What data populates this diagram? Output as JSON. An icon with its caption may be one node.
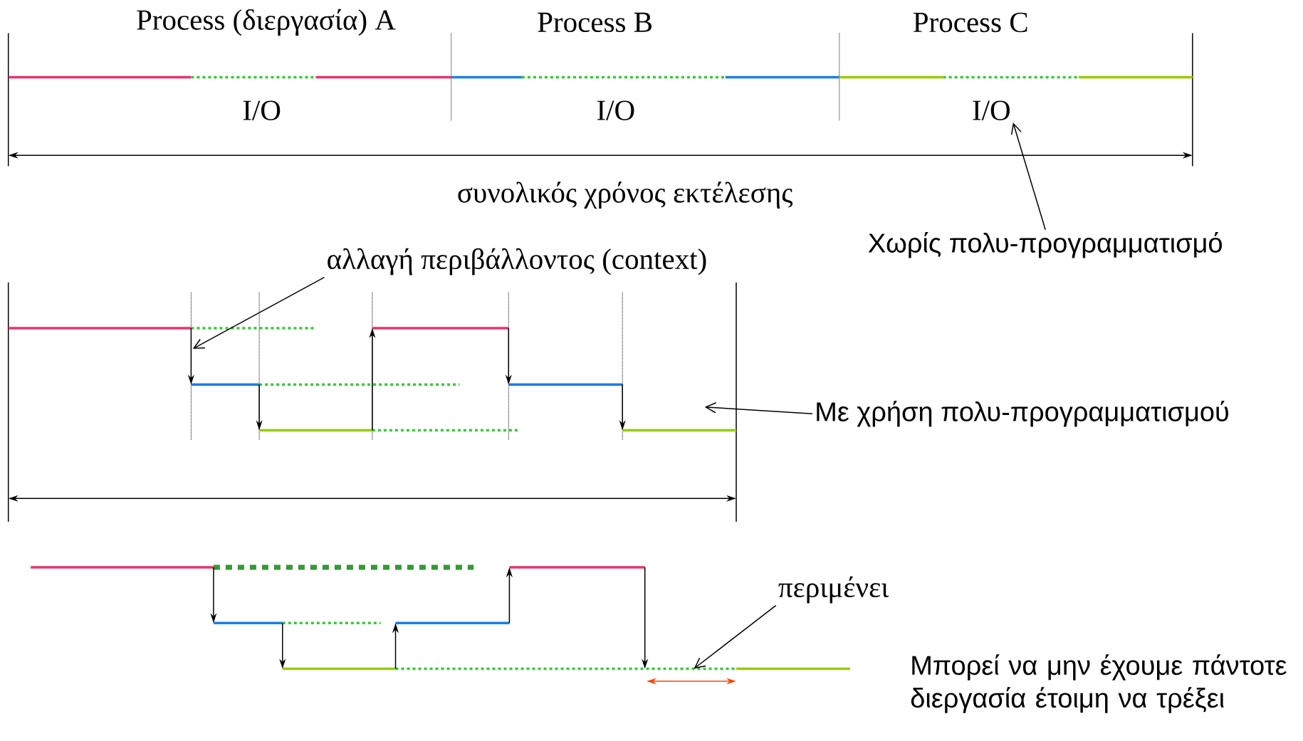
{
  "diagram": {
    "nodes": [
      {
        "text": [
          "I/O"
        ]
      },
      {
        "text": [
          "I/O"
        ]
      },
      {
        "text": [
          "I/O"
        ]
      },
      {
        "text": [
          "Χωρίς πολυ-προγραμματισμό"
        ]
      },
      {
        "text": [
          "αλλαγή περιβάλλοντος (context)"
        ]
      },
      {
        "text": [
          "Με χρήση πολυ-προγραμματισμού"
        ]
      },
      {
        "text": [
          "περιμένει"
        ]
      }
    ],
    "edges": [
      {
        "from": 3,
        "to": 2,
        "arrow": "to"
      },
      {
        "from": 4,
        "to": null,
        "arrow": "to"
      },
      {
        "from": 5,
        "to": null,
        "arrow": "to"
      },
      {
        "from": 6,
        "to": null,
        "arrow": "to"
      }
    ],
    "labels": [
      "Process (διεργασία) A",
      "Process B",
      "Process C",
      "συνολικός χρόνος εκτέλεσης",
      "Μπορεί να μην έχουμε πάντοτε διεργασία έτοιμη να τρέξει"
    ]
  }
}
